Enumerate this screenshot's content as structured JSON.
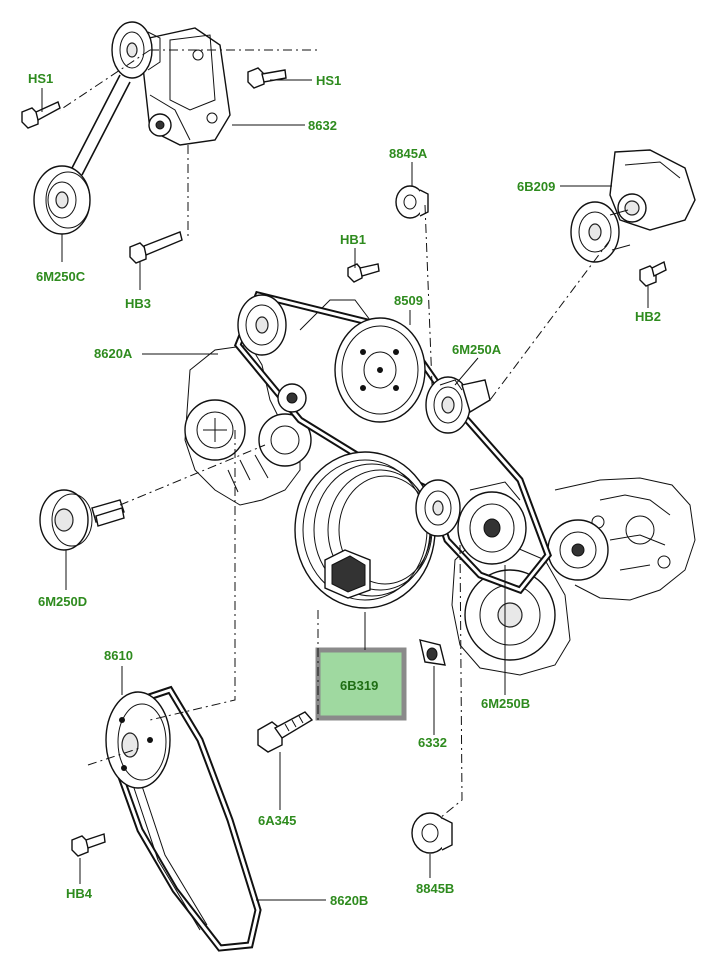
{
  "labels": {
    "hs1_left": "HS1",
    "hs1_right": "HS1",
    "l8632": "8632",
    "l8845a": "8845A",
    "l6b209": "6B209",
    "l6m250c": "6M250C",
    "hb1": "HB1",
    "hb3": "HB3",
    "hb2": "HB2",
    "l8509": "8509",
    "l8620a": "8620A",
    "l6m250a": "6M250A",
    "l6m250d": "6M250D",
    "l8610": "8610",
    "l6b319": "6B319",
    "l6332": "6332",
    "l6m250b": "6M250B",
    "l6a345": "6A345",
    "hb4": "HB4",
    "l8620b": "8620B",
    "l8845b": "8845B"
  },
  "colors": {
    "label_green": "#2e8b1e",
    "highlight_fill": "#9fd9a0",
    "highlight_border": "#8a8a8a"
  }
}
